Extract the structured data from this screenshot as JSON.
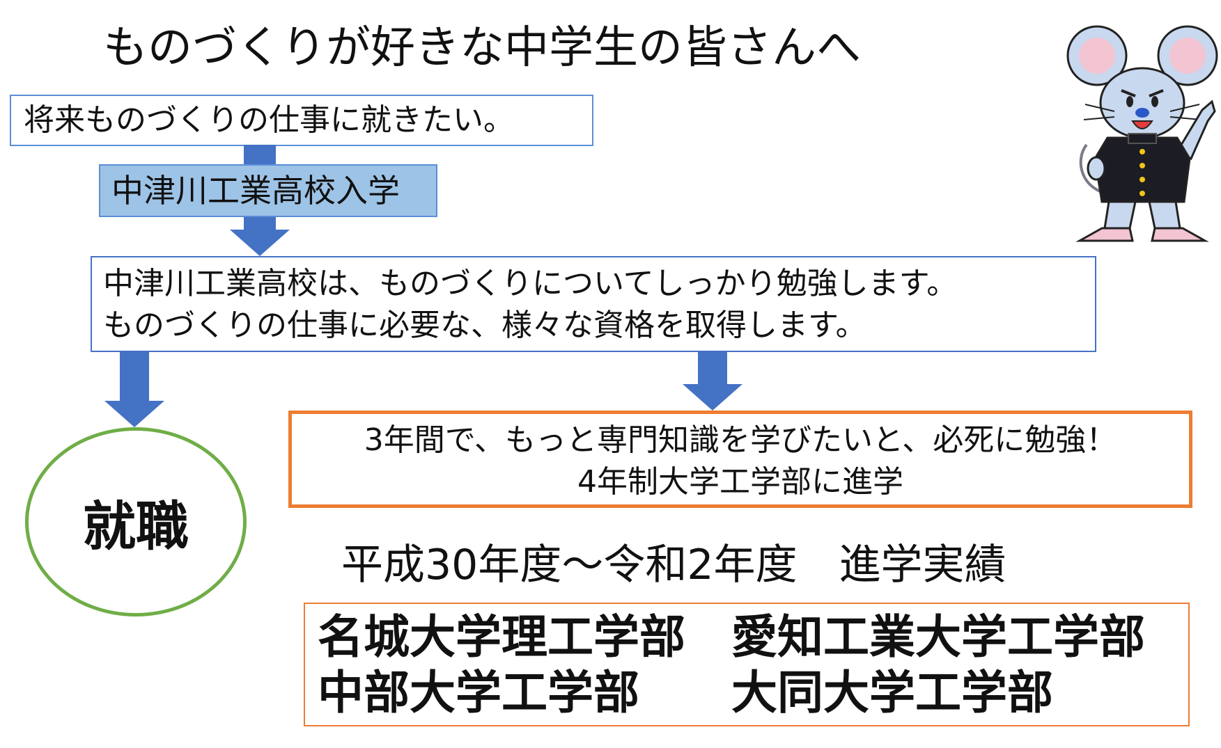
{
  "title": "ものづくりが好きな中学生の皆さんへ",
  "goal": "将来ものづくりの仕事に就きたい。",
  "entrance": "中津川工業高校入学",
  "study": {
    "line1": "中津川工業高校は、ものづくりについてしっかり勉強します。",
    "line2": "ものづくりの仕事に必要な、様々な資格を取得します。"
  },
  "employment": "就職",
  "university": {
    "line1": "3年間で、もっと専門知識を学びたいと、必死に勉強！",
    "line2": "4年制大学工学部に進学"
  },
  "results": {
    "title": "平成30年度〜令和2年度　進学実績",
    "schools": [
      [
        "名城大学理工学部",
        "愛知工業大学工学部"
      ],
      [
        "中部大学工学部",
        "大同大学工学部"
      ]
    ]
  },
  "colors": {
    "blue_border": "#5b8fd6",
    "blue_fill": "#9dc3e6",
    "arrow_blue": "#4472c4",
    "orange": "#ed7d31",
    "green": "#70ad47"
  },
  "icons": {
    "mascot": "mouse-mascot-in-school-uniform"
  }
}
